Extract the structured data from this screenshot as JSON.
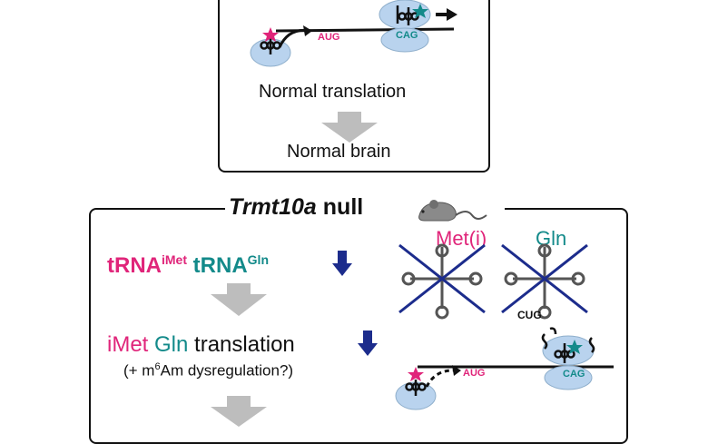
{
  "top_panel": {
    "codon_start": "AUG",
    "codon_read": "CAG",
    "caption_1": "Normal translation",
    "caption_2": "Normal brain"
  },
  "bottom_panel": {
    "title_gene": "Trmt10a",
    "title_rest": " null",
    "trna_prefix_1": "tRNA",
    "trna_sup_1": "iMet",
    "trna_prefix_2": "tRNA",
    "trna_sup_2": "Gln",
    "label_met": "Met(i)",
    "label_gln": "Gln",
    "anticodon_label": "CUG",
    "trans_imet": "iMet",
    "trans_gln": "Gln",
    "trans_rest": "translation",
    "dysreg_pre": "(+ m",
    "dysreg_sup": "6",
    "dysreg_post": "Am dysregulation?)",
    "codon_start": "AUG",
    "codon_read": "CAG"
  },
  "colors": {
    "pink": "#e0257a",
    "teal": "#138a8a",
    "navy": "#1c2c8c",
    "ribosome": "#b9d3ee",
    "arrow_gray": "#bdbdbd"
  }
}
